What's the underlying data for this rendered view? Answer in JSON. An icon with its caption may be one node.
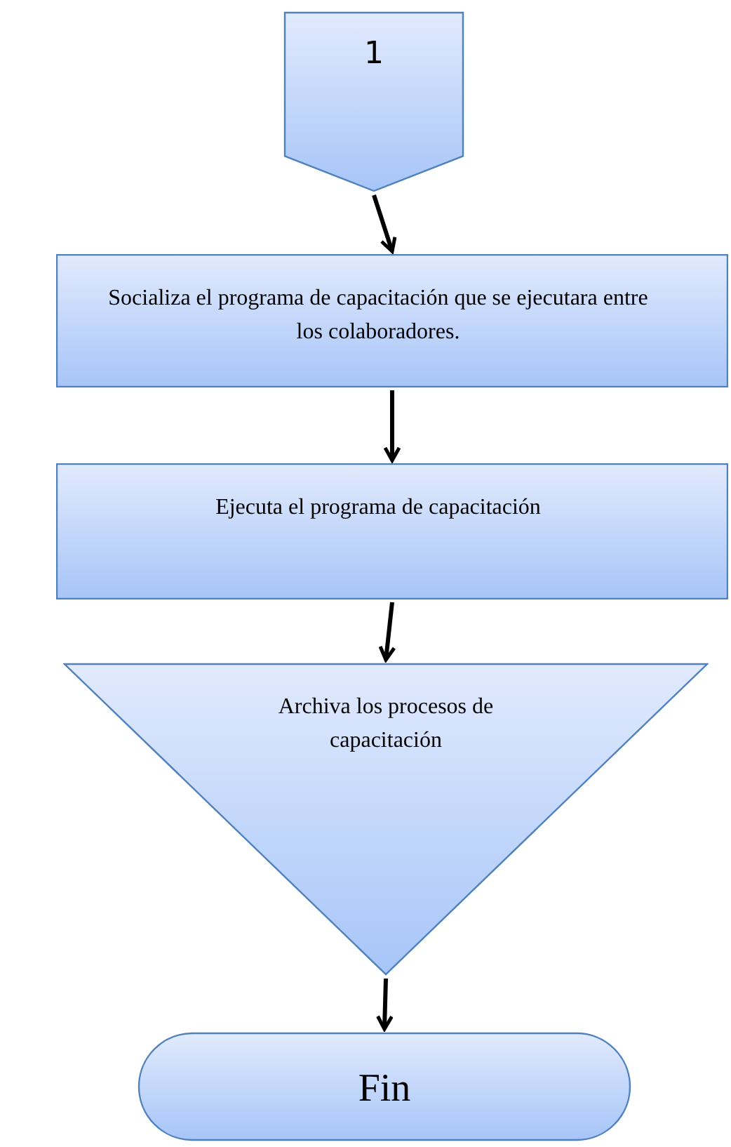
{
  "diagram": {
    "nodes": [
      {
        "text": [
          "1"
        ]
      },
      {
        "text": [
          "Socializa el programa de capacitación que se ejecutara entre los colaboradores."
        ]
      },
      {
        "text": [
          "Ejecuta el programa de capacitación"
        ]
      },
      {
        "text": [
          "Archiva los procesos de capacitación"
        ]
      },
      {
        "text": [
          "Fin"
        ]
      }
    ],
    "edges": [
      {
        "from": 0,
        "to": 1,
        "arrow": "to"
      },
      {
        "from": 1,
        "to": 2,
        "arrow": "to"
      },
      {
        "from": 2,
        "to": 3,
        "arrow": "to"
      },
      {
        "from": 3,
        "to": 4,
        "arrow": "to"
      }
    ]
  }
}
